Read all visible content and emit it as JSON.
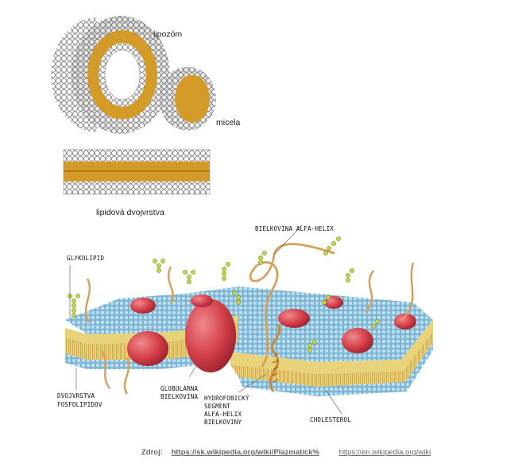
{
  "top_labels": {
    "liposome": "lipozóm",
    "micelle": "micela",
    "bilayer": "lipidová dvojvrstva"
  },
  "membrane_labels": {
    "alpha_helix": "BIELKOVINA ALFA-HELIX",
    "glycolipid": "GLYKOLIPID",
    "bilayer_l1": "DVOJVRSTVA",
    "bilayer_l2": "FOSFOLIPIDOV",
    "globular_l1": "GLOBULÁRNA",
    "globular_l2": "BIELKOVINA",
    "hydro_l1": "HYDROFOBICKÝ",
    "hydro_l2": "SEGMENT",
    "hydro_l3": "ALFA-HELIX",
    "hydro_l4": "BIELKOVINY",
    "cholesterol": "CHOLESTEROL"
  },
  "source": {
    "label": "Zdroj:",
    "link1": "https://sk.wikipedia.org/wiki/Plazmatick%",
    "link2": "https://en.wikipedia.org/wiki"
  },
  "colors": {
    "head": "#ffffff",
    "tail": "#d69a1e",
    "protein": "#d9474f",
    "membrane_head": "#a8d3ea",
    "glyco": "#b7cf3a"
  }
}
